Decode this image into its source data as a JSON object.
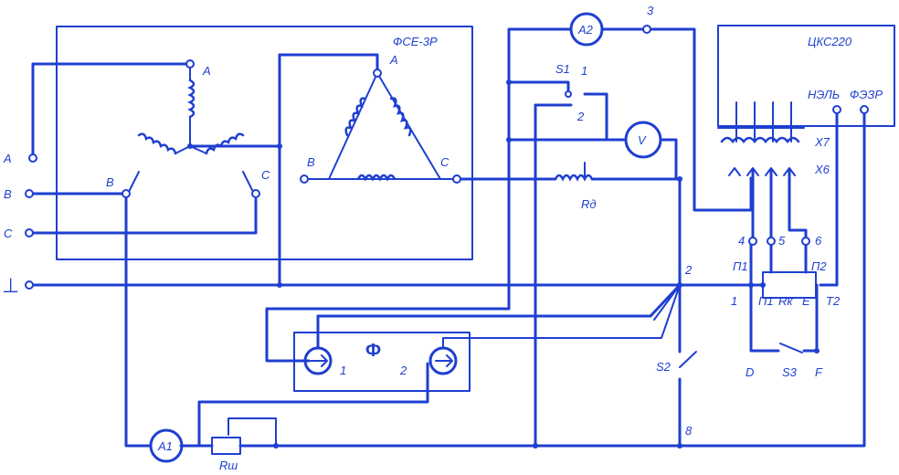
{
  "supply_labels": {
    "a": "A",
    "b": "B",
    "c": "C",
    "ground": "⊥"
  },
  "star_block": {
    "terminal_a": "A",
    "terminal_b": "B",
    "terminal_c": "C"
  },
  "delta_block": {
    "title": "ФСЕ-3Р",
    "terminal_a": "A",
    "terminal_b": "B",
    "terminal_c": "C"
  },
  "meters": {
    "ammeter_1": "A1",
    "ammeter_2": "A2",
    "voltmeter": "V"
  },
  "switch_s1": {
    "label": "S1",
    "contact_1": "1",
    "contact_2": "2"
  },
  "resistor_r": {
    "label": "Rш"
  },
  "inductor_rd": {
    "label": "Rд"
  },
  "phase_block": {
    "title": "Ф",
    "coil_1": "1",
    "coil_2": "2"
  },
  "panel": {
    "title": "ЦКС220",
    "terminal_left": "НЭЛЬ",
    "terminal_right": "ФЭЗР",
    "xt_1": "Х7",
    "xt_2": "Х6"
  },
  "nodes": {
    "n3": "3",
    "n4": "4",
    "n2": "2",
    "n5": "5",
    "n6": "6",
    "n8": "8"
  },
  "terminals": {
    "t1": "1",
    "t2": "T2",
    "p1": "П1",
    "p2": "П2",
    "r1": "П1",
    "rk": "Rк",
    "e": "Е",
    "d": "D",
    "f": "F"
  },
  "switch_s2": {
    "label": "S2"
  },
  "switch_s3": {
    "label": "S3"
  }
}
